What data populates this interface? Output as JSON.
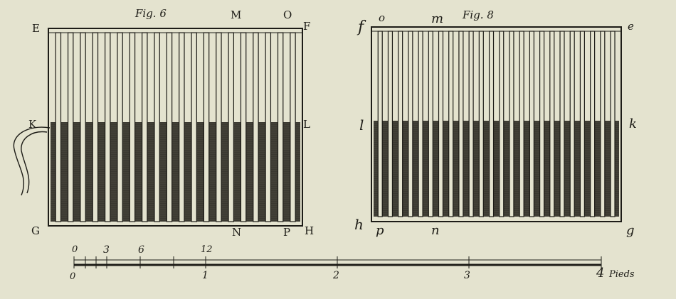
{
  "fig6": {
    "title": "Fig. 6",
    "labels": {
      "E": "E",
      "M": "M",
      "O": "O",
      "F": "F",
      "K": "K",
      "L": "L",
      "G": "G",
      "N": "N",
      "P": "P",
      "H": "H"
    },
    "bar_count": 20
  },
  "fig8": {
    "title": "Fig. 8",
    "labels": {
      "f": "f",
      "o": "o",
      "m": "m",
      "e": "e",
      "l": "l",
      "k": "k",
      "h": "h",
      "p": "p",
      "n": "n",
      "g": "g"
    },
    "bar_count": 24
  },
  "scale": {
    "top_ticks": [
      "0",
      "3",
      "6",
      "12"
    ],
    "bottom_ticks": [
      "0",
      "1",
      "2",
      "3",
      "4"
    ],
    "unit": "Pieds"
  },
  "colors": {
    "paper": "#e4e3cf",
    "ink": "#1d1c17",
    "dark": "#3a3830"
  }
}
